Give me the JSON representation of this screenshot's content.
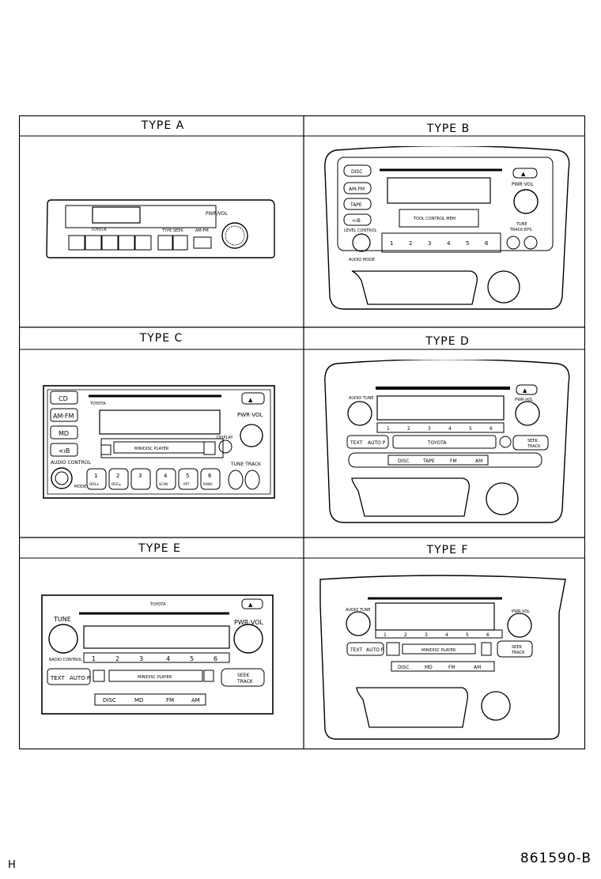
{
  "types": [
    "TYPE A",
    "TYPE B",
    "TYPE C",
    "TYPE D",
    "TYPE E",
    "TYPE F"
  ],
  "type_a": {
    "brand": "TOYOTA",
    "pwr": "PWR/VOL",
    "btn": "AM-FM",
    "seek": "TYPE SEEK"
  },
  "type_b": {
    "left_buttons": [
      "DISC",
      "AM-FM",
      "TAPE",
      "<ıB"
    ],
    "pwr": "PWR·VOL",
    "tune": "TUNE",
    "track": "TRACK·EPS",
    "audio": "LEVEL CONTROL",
    "mode": "AUDIO MODE",
    "presets": [
      "1",
      "2",
      "3",
      "4",
      "5",
      "6"
    ],
    "deck": "TOOL CONTROL MEM"
  },
  "type_c": {
    "left_buttons": [
      "CD",
      "AM·FM",
      "MD",
      "<ıB"
    ],
    "brand": "TOYOTA",
    "pwr": "PWR·VOL",
    "display": "DISPLAY",
    "deck": "MINIDISC PLAYER",
    "audio": "AUDIO  CONTROL",
    "mode": "MODE",
    "tune": "TUNE·TRACK",
    "presets": [
      "1",
      "2",
      "3",
      "4",
      "5",
      "6"
    ],
    "preset_subs": [
      "DISC▾",
      "DISC▴",
      "",
      "SCAN",
      "RPT",
      "RAND"
    ]
  },
  "type_d": {
    "brand": "TOYOTA",
    "pwr": "PWR·VOL",
    "tune": "AUDIO TUNE",
    "presets": [
      "1",
      "2",
      "3",
      "4",
      "5",
      "6"
    ],
    "text": "TEXT",
    "auto": "AUTO P",
    "seek": "SEEK",
    "track": "TRACK",
    "bottom": [
      "DISC",
      "TAPE",
      "FM",
      "AM"
    ]
  },
  "type_e": {
    "brand": "TOYOTA",
    "tune": "TUNE",
    "pwr": "PWR·VOL",
    "audio": "RADIO CONTROL",
    "presets": [
      "1",
      "2",
      "3",
      "4",
      "5",
      "6"
    ],
    "text": "TEXT",
    "auto": "AUTO P",
    "deck": "MINIDISC PLAYER",
    "seek": "SEEK",
    "track": "TRACK",
    "bottom": [
      "DISC",
      "MD",
      "FM",
      "AM"
    ]
  },
  "type_f": {
    "tune": "AUDIO TUNE",
    "pwr": "PWR·VOL",
    "presets": [
      "1",
      "2",
      "3",
      "4",
      "5",
      "6"
    ],
    "text": "TEXT",
    "auto": "AUTO P",
    "deck": "MINIDISC PLAYER",
    "seek": "SEEK",
    "track": "TRACK",
    "bottom": [
      "DISC",
      "MD",
      "FM",
      "AM"
    ]
  },
  "footer": {
    "left": "H",
    "right": "861590-B"
  }
}
